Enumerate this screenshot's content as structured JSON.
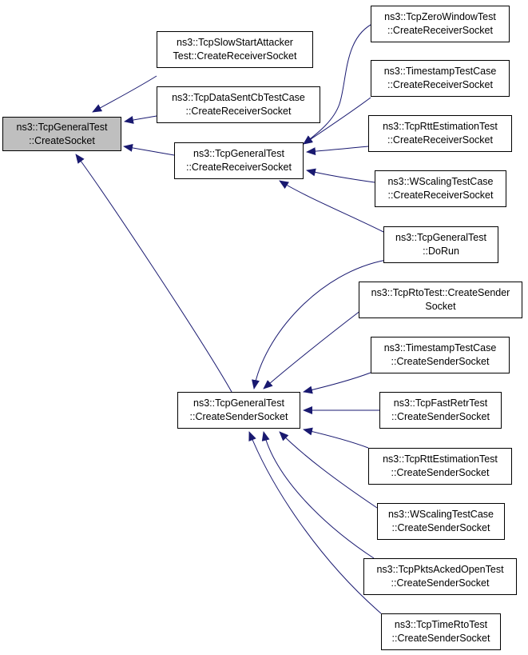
{
  "colors": {
    "edge": "#191970",
    "root_fill": "#bfbfbf",
    "node_fill": "#ffffff",
    "border": "#000000"
  },
  "nodes": {
    "root": {
      "line1": "ns3::TcpGeneralTest",
      "line2": "::CreateSocket"
    },
    "slow_start": {
      "line1": "ns3::TcpSlowStartAttacker",
      "line2": "Test::CreateReceiverSocket"
    },
    "data_sent": {
      "line1": "ns3::TcpDataSentCbTestCase",
      "line2": "::CreateReceiverSocket"
    },
    "general_receiver": {
      "line1": "ns3::TcpGeneralTest",
      "line2": "::CreateReceiverSocket"
    },
    "general_sender": {
      "line1": "ns3::TcpGeneralTest",
      "line2": "::CreateSenderSocket"
    },
    "zero_window": {
      "line1": "ns3::TcpZeroWindowTest",
      "line2": "::CreateReceiverSocket"
    },
    "timestamp_receiver": {
      "line1": "ns3::TimestampTestCase",
      "line2": "::CreateReceiverSocket"
    },
    "rtt_receiver": {
      "line1": "ns3::TcpRttEstimationTest",
      "line2": "::CreateReceiverSocket"
    },
    "wscaling_receiver": {
      "line1": "ns3::WScalingTestCase",
      "line2": "::CreateReceiverSocket"
    },
    "do_run": {
      "line1": "ns3::TcpGeneralTest",
      "line2": "::DoRun"
    },
    "rto_sender": {
      "line1": "ns3::TcpRtoTest::CreateSender",
      "line2": "Socket"
    },
    "timestamp_sender": {
      "line1": "ns3::TimestampTestCase",
      "line2": "::CreateSenderSocket"
    },
    "fast_retr_sender": {
      "line1": "ns3::TcpFastRetrTest",
      "line2": "::CreateSenderSocket"
    },
    "rtt_sender": {
      "line1": "ns3::TcpRttEstimationTest",
      "line2": "::CreateSenderSocket"
    },
    "wscaling_sender": {
      "line1": "ns3::WScalingTestCase",
      "line2": "::CreateSenderSocket"
    },
    "pkts_acked_sender": {
      "line1": "ns3::TcpPktsAckedOpenTest",
      "line2": "::CreateSenderSocket"
    },
    "time_rto_sender": {
      "line1": "ns3::TcpTimeRtoTest",
      "line2": "::CreateSenderSocket"
    }
  },
  "edges": [
    {
      "from": "slow_start",
      "to": "root"
    },
    {
      "from": "data_sent",
      "to": "root"
    },
    {
      "from": "general_receiver",
      "to": "root"
    },
    {
      "from": "general_sender",
      "to": "root"
    },
    {
      "from": "zero_window",
      "to": "general_receiver"
    },
    {
      "from": "timestamp_receiver",
      "to": "general_receiver"
    },
    {
      "from": "rtt_receiver",
      "to": "general_receiver"
    },
    {
      "from": "wscaling_receiver",
      "to": "general_receiver"
    },
    {
      "from": "do_run",
      "to": "general_receiver"
    },
    {
      "from": "do_run",
      "to": "general_sender"
    },
    {
      "from": "rto_sender",
      "to": "general_sender"
    },
    {
      "from": "timestamp_sender",
      "to": "general_sender"
    },
    {
      "from": "fast_retr_sender",
      "to": "general_sender"
    },
    {
      "from": "rtt_sender",
      "to": "general_sender"
    },
    {
      "from": "wscaling_sender",
      "to": "general_sender"
    },
    {
      "from": "pkts_acked_sender",
      "to": "general_sender"
    },
    {
      "from": "time_rto_sender",
      "to": "general_sender"
    }
  ]
}
